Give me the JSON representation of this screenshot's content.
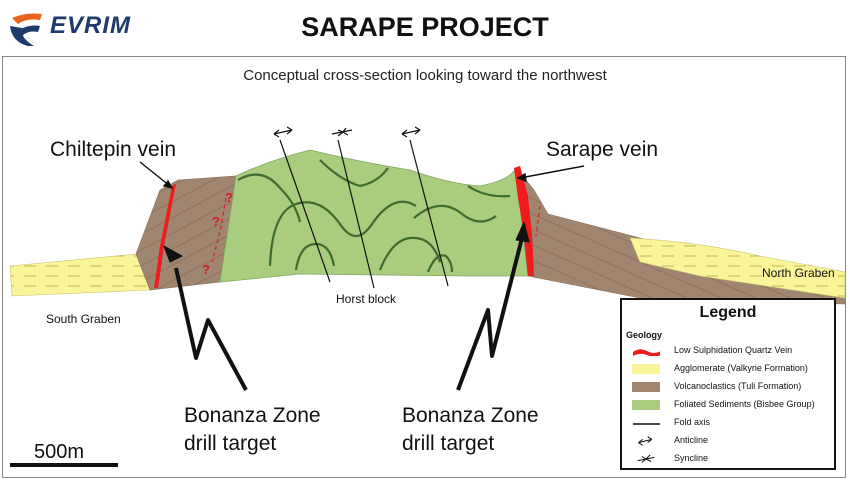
{
  "header": {
    "logo_text": "EVRIM",
    "title": "SARAPE PROJECT"
  },
  "figure": {
    "subtitle": "Conceptual cross-section looking toward the northwest",
    "labels": {
      "chiltepin_vein": "Chiltepin vein",
      "sarape_vein": "Sarape vein",
      "horst_block": "Horst block",
      "south_graben": "South Graben",
      "north_graben": "North Graben",
      "target_left_line1": "Bonanza Zone",
      "target_left_line2": "drill target",
      "target_right_line1": "Bonanza Zone",
      "target_right_line2": "drill target",
      "question_mark": "?"
    },
    "scale_bar": "500m"
  },
  "legend": {
    "title": "Legend",
    "group": "Geology",
    "items": [
      {
        "label": "Low Sulphidation Quartz Vein",
        "color": "#ee1c1c",
        "kind": "vein"
      },
      {
        "label": "Agglomerate (Valkyrie Formation)",
        "color": "#fbf59a",
        "kind": "fill"
      },
      {
        "label": "Volcanoclastics (Tuli Formation)",
        "color": "#a08570",
        "kind": "fill"
      },
      {
        "label": "Foliated Sediments (Bisbee Group)",
        "color": "#a9cc7f",
        "kind": "fill"
      },
      {
        "label": "Fold axis",
        "kind": "line"
      },
      {
        "label": "Anticline",
        "kind": "anticline"
      },
      {
        "label": "Syncline",
        "kind": "syncline"
      }
    ]
  }
}
